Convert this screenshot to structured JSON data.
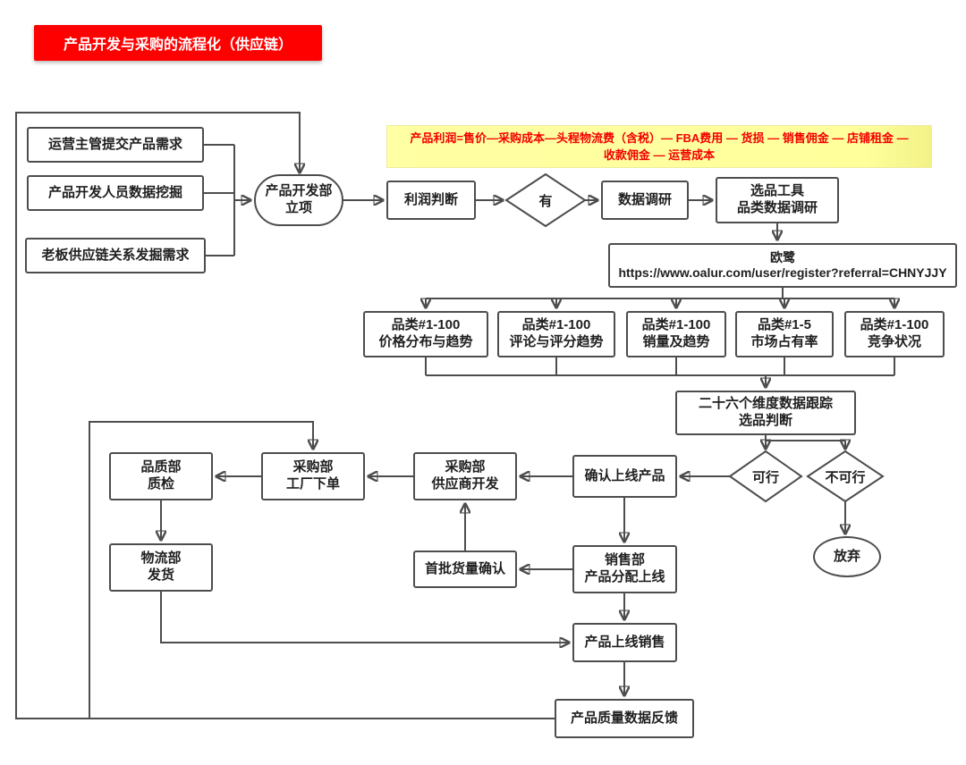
{
  "title": "产品开发与采购的流程化（供应链）",
  "note": "产品利润=售价—采购成本—头程物流费（含税）— FBA费用 — 货损 — 销售佣金 — 店铺租金 —\n收款佣金 — 运营成本",
  "nodes": {
    "requirement_ops": "运营主管提交产品需求",
    "requirement_dev": "产品开发人员数据挖掘",
    "requirement_boss": "老板供应链关系发掘需求",
    "project": "产品开发部\n立项",
    "profit": "利润判断",
    "has_profit": "有",
    "research": "数据调研",
    "tool": "选品工具\n品类数据调研",
    "oalur": "欧鹭\nhttps://www.oalur.com/user/register?referral=CHNYJJY",
    "cat_price": "品类#1-100\n价格分布与趋势",
    "cat_review": "品类#1-100\n评论与评分趋势",
    "cat_sales": "品类#1-100\n销量及趋势",
    "cat_share": "品类#1-5\n市场占有率",
    "cat_competition": "品类#1-100\n竞争状况",
    "judge": "二十六个维度数据跟踪\n选品判断",
    "feasible": "可行",
    "infeasible": "不可行",
    "abandon": "放弃",
    "confirm": "确认上线产品",
    "supplier": "采购部\n供应商开发",
    "factory": "采购部\n工厂下单",
    "qc": "品质部\n质检",
    "logistics": "物流部\n发货",
    "sales": "销售部\n产品分配上线",
    "first_batch": "首批货量确认",
    "online": "产品上线销售",
    "feedback": "产品质量数据反馈"
  },
  "colors": {
    "accent_red": "#fe0000",
    "note_bg": "#ffff9c",
    "note_text": "#f30000",
    "line": "#4d4d4d",
    "node_border": "#4d4d4d",
    "node_text": "#1f1f1f"
  }
}
